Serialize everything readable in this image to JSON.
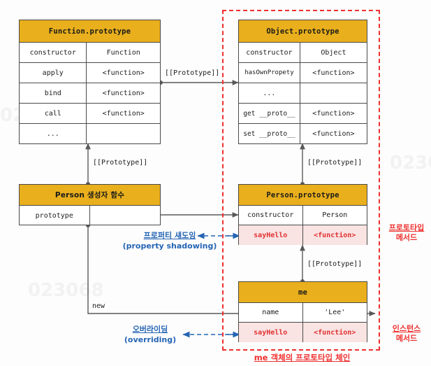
{
  "diagram": {
    "chain_caption": "me 객체의 프로토타입 체인",
    "link_label": "[[Prototype]]",
    "new_label": "new"
  },
  "tables": {
    "function_prototype": {
      "title": "Function.prototype",
      "rows": [
        {
          "key": "constructor",
          "value": "Function",
          "highlight": false
        },
        {
          "key": "apply",
          "value": "<function>",
          "highlight": false
        },
        {
          "key": "bind",
          "value": "<function>",
          "highlight": false
        },
        {
          "key": "call",
          "value": "<function>",
          "highlight": false
        },
        {
          "key": "...",
          "value": "",
          "highlight": false
        }
      ]
    },
    "object_prototype": {
      "title": "Object.prototype",
      "rows": [
        {
          "key": "constructor",
          "value": "Object",
          "highlight": false
        },
        {
          "key": "hasOwnPropety",
          "value": "<function>",
          "highlight": false
        },
        {
          "key": "...",
          "value": "",
          "highlight": false
        },
        {
          "key": "get __proto__",
          "value": "<function>",
          "highlight": false
        },
        {
          "key": "set __proto__",
          "value": "<function>",
          "highlight": false
        }
      ]
    },
    "person_constructor": {
      "title": "Person 생성자 함수",
      "rows": [
        {
          "key": "prototype",
          "value": "",
          "highlight": false
        }
      ]
    },
    "person_prototype": {
      "title": "Person.prototype",
      "rows": [
        {
          "key": "constructor",
          "value": "Person",
          "highlight": false
        },
        {
          "key": "sayHello",
          "value": "<function>",
          "highlight": true
        }
      ]
    },
    "me_object": {
      "title": "me",
      "rows": [
        {
          "key": "name",
          "value": "'Lee'",
          "highlight": false
        },
        {
          "key": "sayHello",
          "value": "<function>",
          "highlight": true
        }
      ]
    }
  },
  "annotations": {
    "property_shadowing": {
      "kr": "프로퍼티 섀도잉",
      "en": "(property shadowing)"
    },
    "overriding": {
      "kr": "오버라이딩",
      "en": "(overriding)"
    },
    "prototype_method": {
      "l1": "프로토타입",
      "l2": "메서드"
    },
    "instance_method": {
      "l1": "인스턴스",
      "l2": "메서드"
    }
  },
  "link_labels": {
    "fn_to_obj": "[[Prototype]]",
    "person_to_fnproto": "[[Prototype]]",
    "personproto_to_objproto": "[[Prototype]]",
    "me_to_personproto": "[[Prototype]]"
  },
  "colors": {
    "header_yellow": "#e9af1c",
    "highlight_pink": "#fae3e3",
    "highlight_red": "#e03131",
    "dashed_red": "#f03030",
    "annotation_blue": "#2464b4",
    "line_gray": "#595959"
  }
}
